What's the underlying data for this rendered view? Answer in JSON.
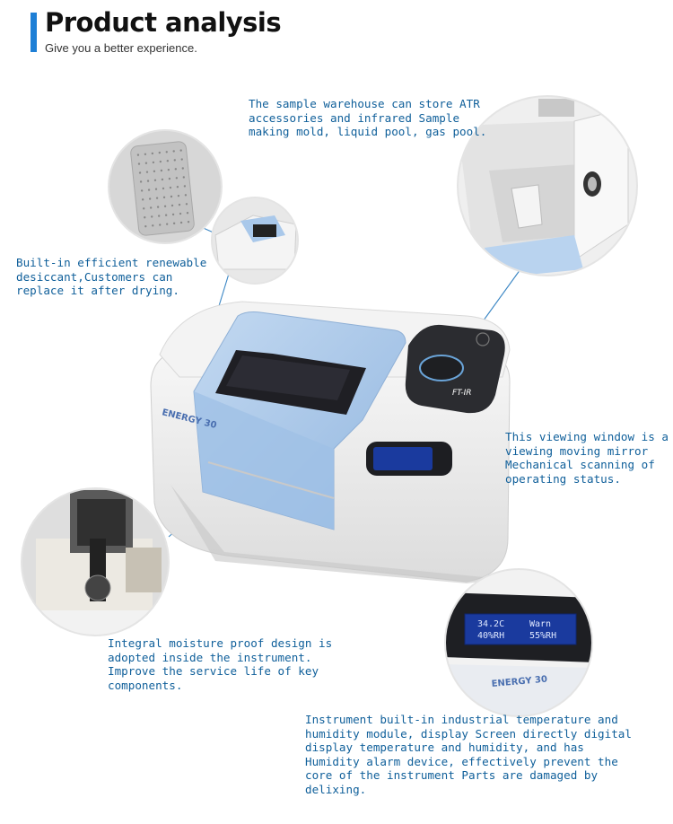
{
  "header": {
    "title": "Product analysis",
    "subtitle": "Give you a better experience."
  },
  "callouts": {
    "warehouse": [
      "The sample warehouse can store ATR",
      "accessories and infrared Sample",
      "making mold, liquid pool, gas pool."
    ],
    "desiccant": [
      "Built-in efficient renewable",
      "desiccant,Customers can",
      "replace it after drying."
    ],
    "window": [
      "This viewing window is a",
      "viewing moving mirror",
      "Mechanical scanning of",
      "operating status."
    ],
    "moisture": [
      "Integral moisture proof design is",
      "adopted inside the instrument.",
      "Improve the service life of key",
      "components."
    ],
    "humidity": [
      "Instrument built-in industrial temperature and",
      "humidity module, display Screen directly digital",
      "display temperature and humidity, and has",
      "Humidity alarm device, effectively prevent the",
      "core of the instrument Parts are damaged by",
      "delixing."
    ]
  },
  "device": {
    "brand": "ENERGY 30",
    "model": "FT-IR",
    "lcd": {
      "line1_left": "34.2C",
      "line1_right": "Warn",
      "line2_left": "40%RH",
      "line2_right": "55%RH"
    }
  },
  "colors": {
    "accent": "#1e7fd6",
    "callout_text": "#0f5f9a",
    "leader_line": "#3a86c4",
    "lid_blue": "#a9c8ea",
    "lcd_blue": "#1a3a9e"
  }
}
